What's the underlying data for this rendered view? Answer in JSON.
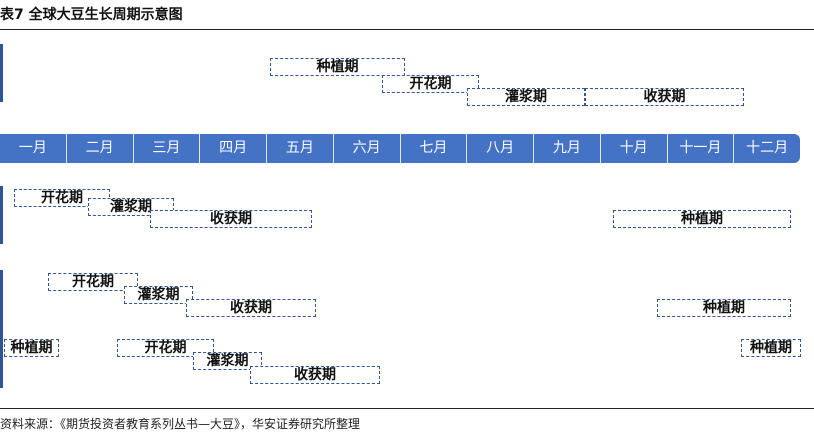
{
  "title": "表7 全球大豆生长周期示意图",
  "months": [
    "一月",
    "二月",
    "三月",
    "四月",
    "五月",
    "六月",
    "七月",
    "八月",
    "九月",
    "十月",
    "十一月",
    "十二月"
  ],
  "rows": [
    {
      "id": "row-1",
      "phases": [
        {
          "label": "种植期"
        },
        {
          "label": "开花期"
        },
        {
          "label": "灌浆期"
        },
        {
          "label": "收获期"
        }
      ]
    },
    {
      "id": "row-2",
      "phases": [
        {
          "label": "开花期"
        },
        {
          "label": "灌浆期"
        },
        {
          "label": "收获期"
        },
        {
          "label": "种植期"
        }
      ]
    },
    {
      "id": "row-3",
      "phases": [
        {
          "label": "开花期"
        },
        {
          "label": "灌浆期"
        },
        {
          "label": "收获期"
        },
        {
          "label": "种植期"
        }
      ]
    },
    {
      "id": "row-4",
      "phases": [
        {
          "label": "种植期"
        },
        {
          "label": "开花期"
        },
        {
          "label": "灌浆期"
        },
        {
          "label": "收获期"
        },
        {
          "label": "种植期"
        }
      ]
    }
  ],
  "source": "资料来源：《期货投资者教育系列丛书—大豆》，华安证券研究所整理",
  "colors": {
    "accent": "#4472c4",
    "border": "#2f5597"
  }
}
